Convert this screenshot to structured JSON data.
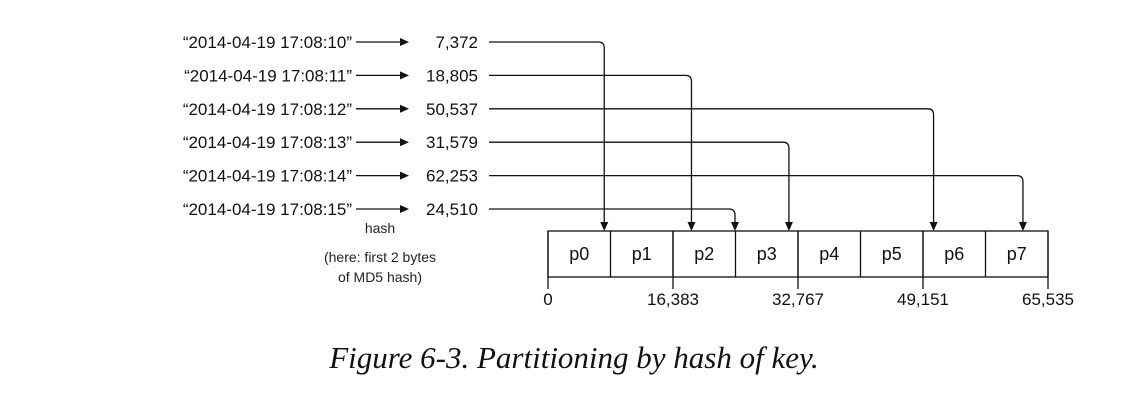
{
  "diagram": {
    "keys": [
      "“2014-04-19 17:08:10”",
      "“2014-04-19 17:08:11”",
      "“2014-04-19 17:08:12”",
      "“2014-04-19 17:08:13”",
      "“2014-04-19 17:08:14”",
      "“2014-04-19 17:08:15”"
    ],
    "hashes": [
      {
        "label": "7,372",
        "value": 7372
      },
      {
        "label": "18,805",
        "value": 18805
      },
      {
        "label": "50,537",
        "value": 50537
      },
      {
        "label": "31,579",
        "value": 31579
      },
      {
        "label": "62,253",
        "value": 62253
      },
      {
        "label": "24,510",
        "value": 24510
      }
    ],
    "hash_label": "hash",
    "hash_note_line1": "(here: first 2 bytes",
    "hash_note_line2": "of MD5 hash)",
    "partitions": [
      "p0",
      "p1",
      "p2",
      "p3",
      "p4",
      "p5",
      "p6",
      "p7"
    ],
    "range_max": 65536,
    "ticks": [
      {
        "label": "0",
        "value": 0
      },
      {
        "label": "16,383",
        "value": 16383
      },
      {
        "label": "32,767",
        "value": 32767
      },
      {
        "label": "49,151",
        "value": 49151
      },
      {
        "label": "65,535",
        "value": 65535
      }
    ],
    "caption": "Figure 6-3. Partitioning by hash of key."
  }
}
